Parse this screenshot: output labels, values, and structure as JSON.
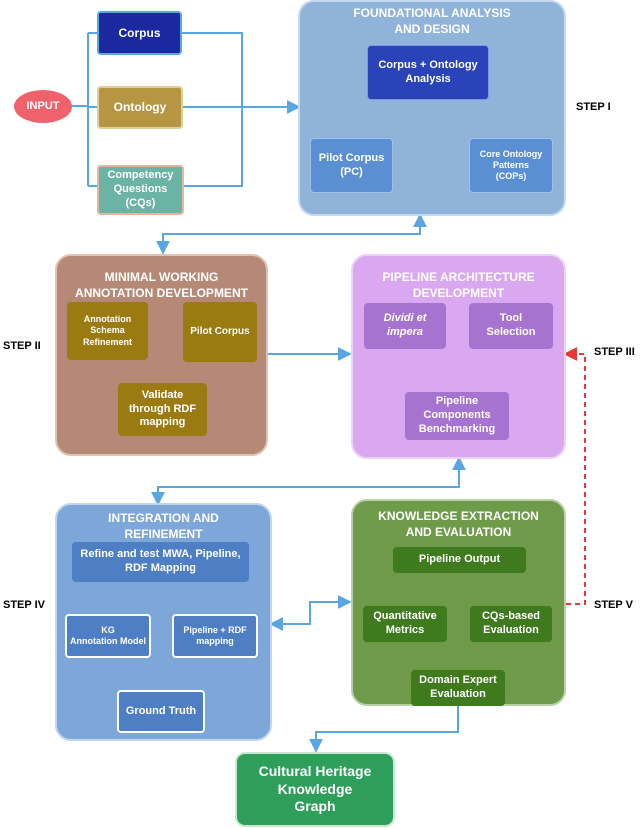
{
  "input": {
    "label": "INPUT"
  },
  "inputs": {
    "corpus": "Corpus",
    "ontology": "Ontology",
    "cqs": "Competency\nQuestions\n(CQs)"
  },
  "panels": {
    "foundational": {
      "title": "FOUNDATIONAL ANALYSIS\nAND DESIGN",
      "analysis": "Corpus +  Ontology\nAnalysis",
      "pilot_corpus": "Pilot Corpus\n(PC)",
      "cops": "Core Ontology\nPatterns\n(COPs)"
    },
    "minimal": {
      "title": "MINIMAL WORKING\nANNOTATION DEVELOPMENT",
      "schema": "Annotation\nSchema\nRefinement",
      "pilot": "Pilot Corpus",
      "validate": "Validate\nthrough RDF\nmapping"
    },
    "pipeline": {
      "title": "PIPELINE ARCHITECTURE\nDEVELOPMENT",
      "dividi": "Dividi et\nimpera",
      "tool": "Tool\nSelection",
      "bench": "Pipeline\nComponents\nBenchmarking"
    },
    "integration": {
      "title": "INTEGRATION AND\nREFINEMENT",
      "refine": "Refine and test MWA, Pipeline,\nRDF Mapping",
      "kg_model": "KG\nAnnotation Model",
      "pipe_rdf": "Pipeline + RDF\nmapping",
      "ground": "Ground Truth"
    },
    "knowledge": {
      "title": "KNOWLEDGE EXTRACTION\nAND EVALUATION",
      "output": "Pipeline Output",
      "quant": "Quantitative\nMetrics",
      "cqs_eval": "CQs-based\nEvaluation",
      "expert": "Domain Expert\nEvaluation"
    }
  },
  "output": {
    "label": "Cultural Heritage\nKnowledge\nGraph"
  },
  "steps": [
    "STEP I",
    "STEP II",
    "STEP III",
    "STEP IV",
    "STEP V"
  ],
  "colors": {
    "arrow": "#5aa6e0",
    "dashed": "#e53935",
    "foundational": "#8fb3d9",
    "minimal": "#b58975",
    "pipeline": "#d9a8f0",
    "integration": "#7da6d9",
    "knowledge": "#6e9a4a",
    "output": "#2e9e5b"
  }
}
